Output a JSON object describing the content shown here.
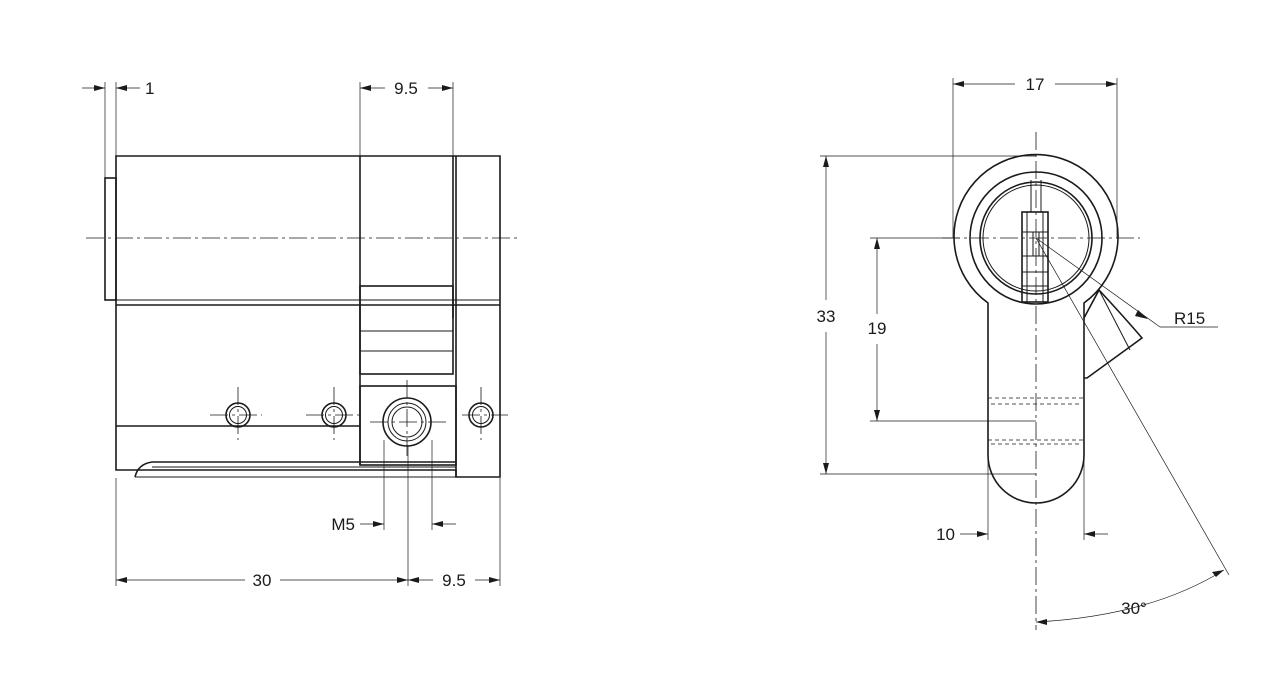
{
  "side_view": {
    "dims": {
      "top_left": "1",
      "top_cam": "9.5",
      "bottom_body": "30",
      "bottom_right": "9.5",
      "thread": "M5"
    }
  },
  "front_view": {
    "dims": {
      "width_top": "17",
      "height_total": "33",
      "height_axis": "19",
      "radius": "R15",
      "width_bottom": "10",
      "angle": "30°"
    }
  }
}
